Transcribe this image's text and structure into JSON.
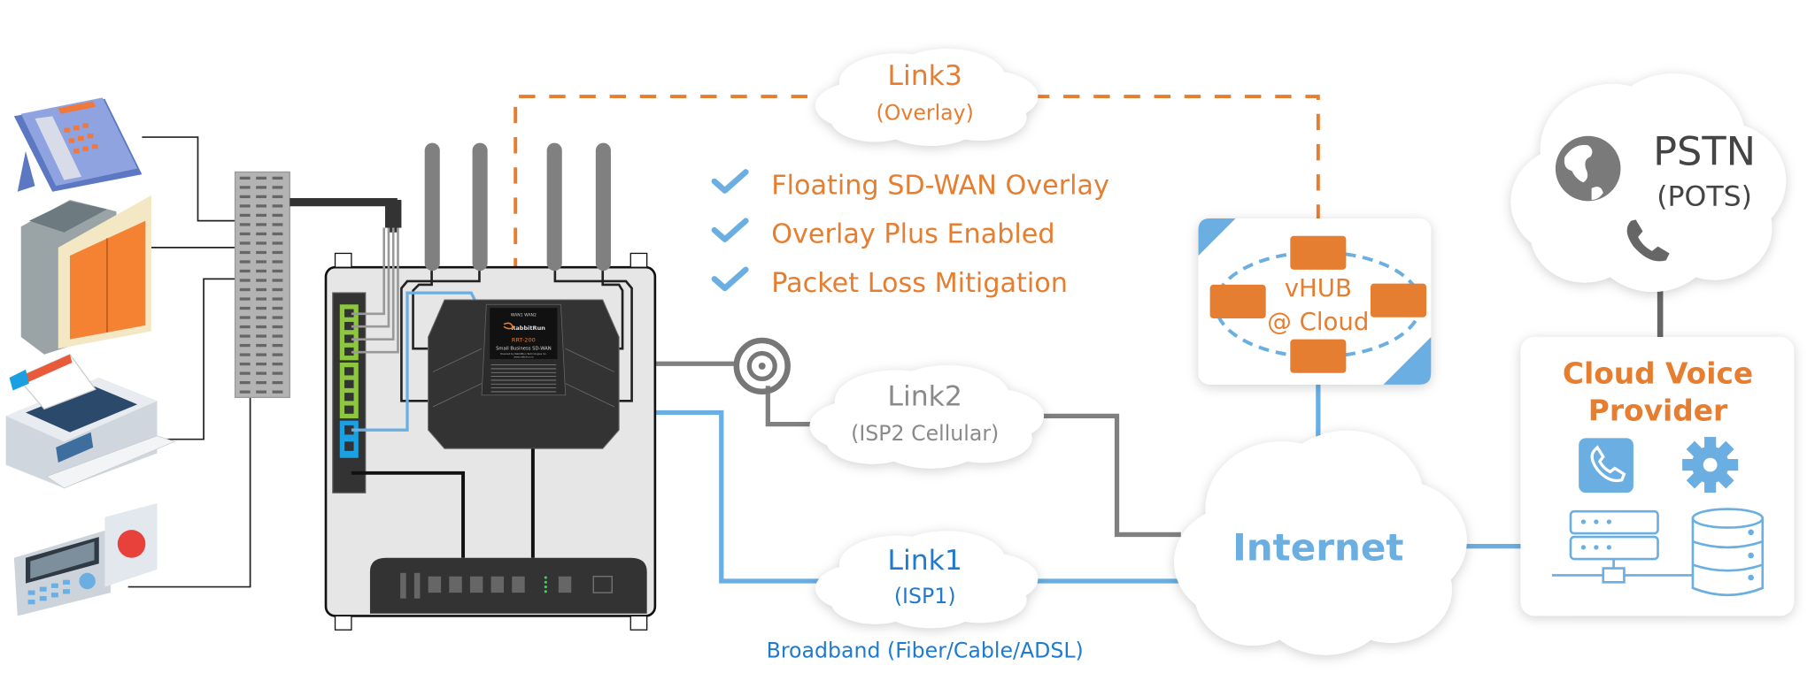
{
  "colors": {
    "orange": "#e67e31",
    "blue_dark": "#1e7bd0",
    "blue_light": "#6aaee2",
    "gray_line": "#7f7f7f",
    "text_dark": "#444444",
    "text_gray": "#8a8a8a",
    "enclosure": "#e6e6e6",
    "device_dark": "#333333"
  },
  "features": [
    {
      "icon": "check-icon",
      "label": "Floating SD-WAN Overlay"
    },
    {
      "icon": "check-icon",
      "label": "Overlay Plus Enabled"
    },
    {
      "icon": "check-icon",
      "label": "Packet Loss Mitigation"
    }
  ],
  "link3": {
    "title": "Link3",
    "subtitle": "(Overlay)"
  },
  "link2": {
    "title": "Link2",
    "subtitle": "(ISP2 Cellular)"
  },
  "link1": {
    "title": "Link1",
    "subtitle": "(ISP1)",
    "caption": "Broadband (Fiber/Cable/ADSL)"
  },
  "internet": {
    "label": "Internet"
  },
  "vhub": {
    "line1": "vHUB",
    "line2": "@ Cloud"
  },
  "pstn": {
    "title": "PSTN",
    "subtitle": "(POTS)"
  },
  "provider": {
    "line1": "Cloud Voice",
    "line2": "Provider"
  },
  "router_label": {
    "wan1": "WAN1",
    "wan2": "WAN2",
    "brand": "RabbitRun",
    "model": "RRT-200",
    "tagline": "Small Business SD-WAN",
    "powered": "Powered by RabbitRun Technologies Inc.",
    "url": "www.rabbitrun.io"
  },
  "devices": [
    "desk-phone",
    "elevator",
    "fax-machine",
    "alarm-panel"
  ]
}
